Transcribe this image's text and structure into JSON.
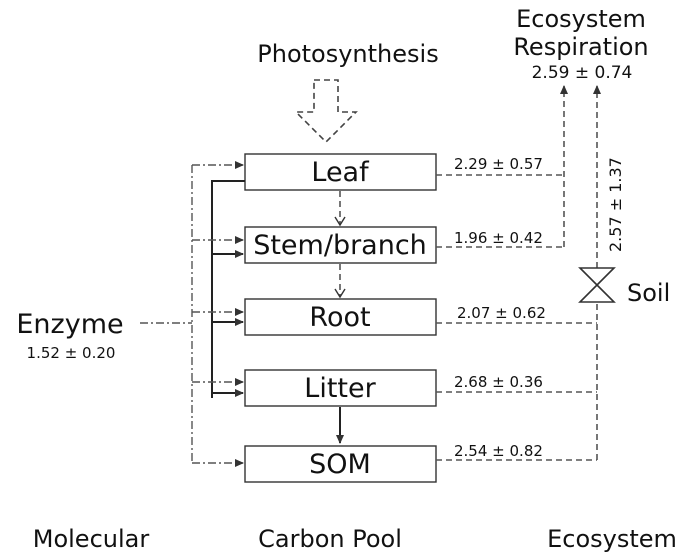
{
  "titles": {
    "photosynthesis": "Photosynthesis",
    "ecosystem_respiration_line1": "Ecosystem",
    "ecosystem_respiration_line2": "Respiration",
    "ecosystem_respiration_value": "2.59 ±  0.74",
    "soil": "Soil",
    "soil_value": "2.57 ± 1.37",
    "enzyme": "Enzyme",
    "enzyme_value": "1.52 ± 0.20"
  },
  "pools": [
    {
      "label": "Leaf",
      "value": "2.29 ± 0.57"
    },
    {
      "label": "Stem/branch",
      "value": "1.96 ± 0.42"
    },
    {
      "label": "Root",
      "value": "2.07 ± 0.62"
    },
    {
      "label": "Litter",
      "value": "2.68 ± 0.36"
    },
    {
      "label": "SOM",
      "value": "2.54 ± 0.82"
    }
  ],
  "footer": {
    "molecular": "Molecular",
    "carbon_pool": "Carbon Pool",
    "ecosystem": "Ecosystem"
  }
}
